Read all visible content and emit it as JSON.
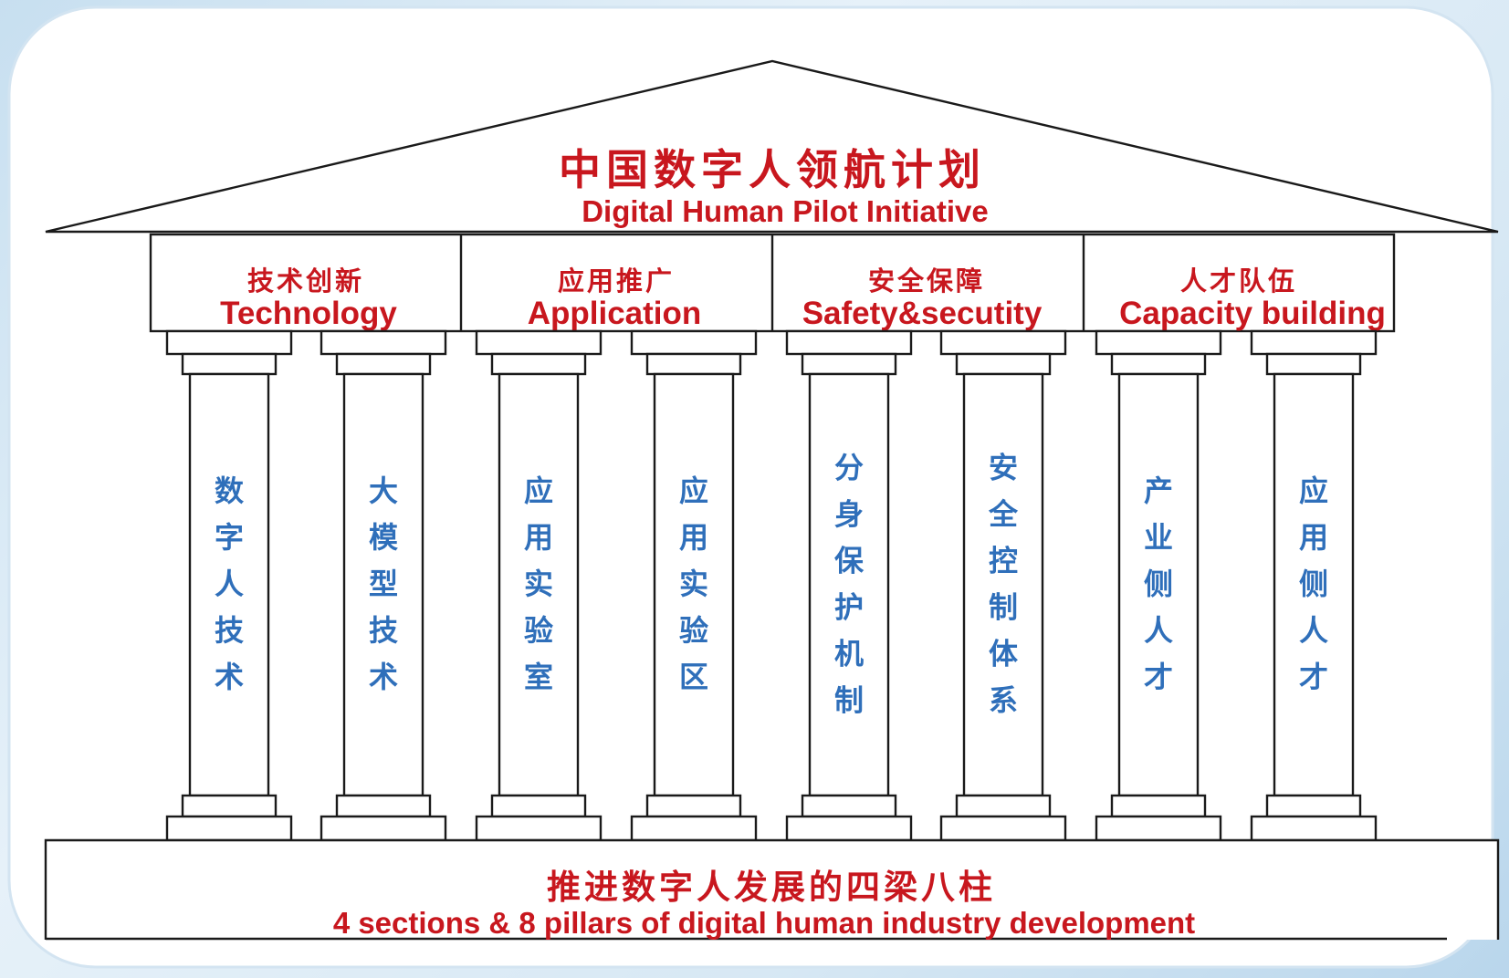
{
  "roof": {
    "title_cn": "中国数字人领航计划",
    "title_en": "Digital Human Pilot Initiative"
  },
  "sections": [
    {
      "cn": "技术创新",
      "en": "Technology",
      "pillars": [
        "数字人技术",
        "大模型技术"
      ]
    },
    {
      "cn": "应用推广",
      "en": "Application",
      "pillars": [
        "应用实验室",
        "应用实验区"
      ]
    },
    {
      "cn": "安全保障",
      "en": "Safety&secutity",
      "pillars": [
        "分身保护机制",
        "安全控制体系"
      ]
    },
    {
      "cn": "人才队伍",
      "en": "Capacity building",
      "pillars": [
        "产业侧人才",
        "应用侧人才"
      ]
    }
  ],
  "base": {
    "title_cn": "推进数字人发展的四梁八柱",
    "title_en": "4 sections & 8 pillars of digital human industry development"
  },
  "colors": {
    "title_red": "#c8171e",
    "pillar_blue": "#2f6fba",
    "background_blue": "#c7dff0"
  }
}
